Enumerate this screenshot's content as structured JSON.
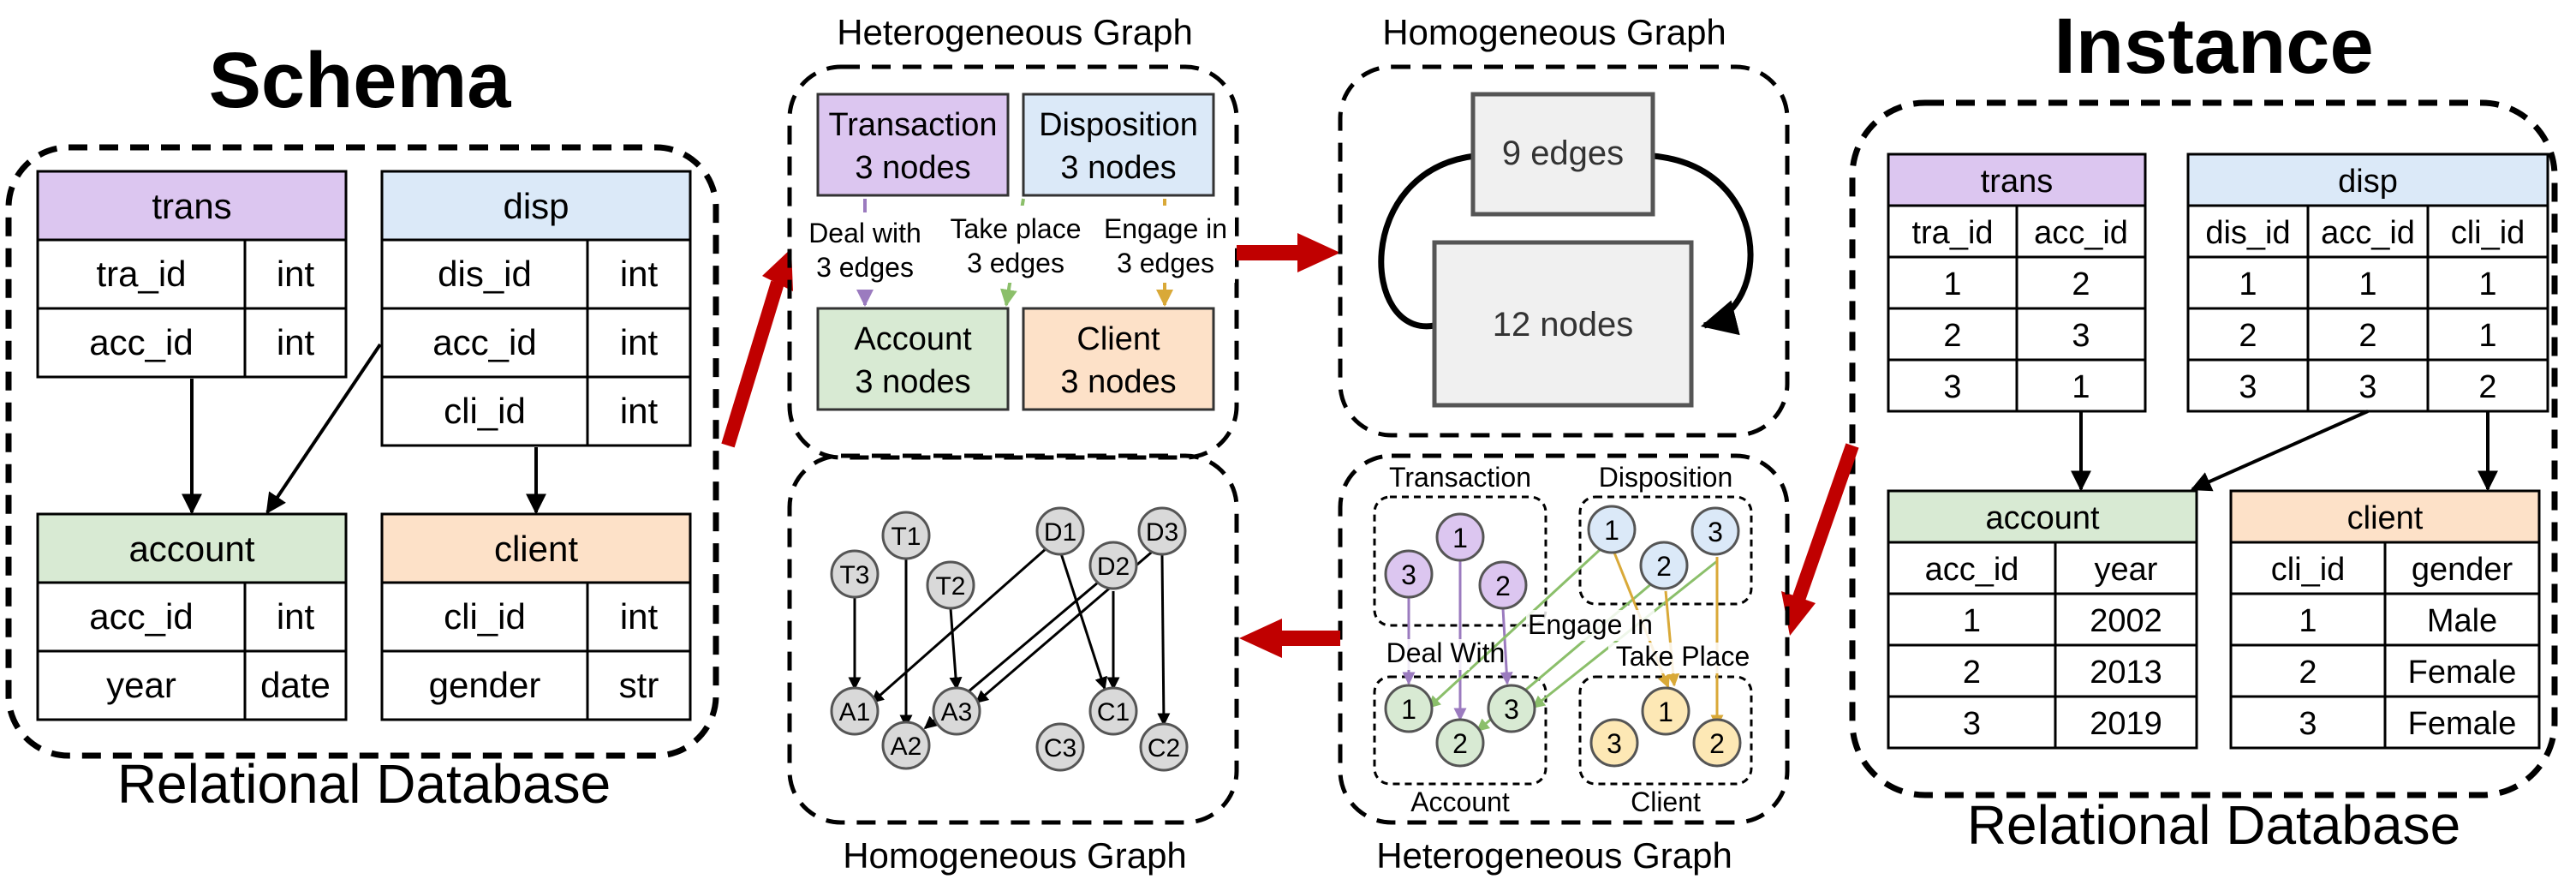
{
  "colors": {
    "purple": "#dcc6f0",
    "blue": "#dbe9f8",
    "green": "#d8ead3",
    "orange": "#fde1c8",
    "gray": "#d9d9d9",
    "node_purple": "#dcc6f0",
    "node_blue": "#dbe9f8",
    "node_green": "#d8ead3",
    "node_orange": "#fde8b5",
    "edge_purple": "#9b7bbf",
    "edge_green": "#8bbf6a",
    "edge_yellow": "#d9a938",
    "red": "#c00000"
  },
  "schema": {
    "title": "Schema",
    "caption": "Relational Database",
    "tables": [
      {
        "id": "trans",
        "name": "trans",
        "color": "purple",
        "rows": [
          [
            "tra_id",
            "int"
          ],
          [
            "acc_id",
            "int"
          ]
        ]
      },
      {
        "id": "disp",
        "name": "disp",
        "color": "blue",
        "rows": [
          [
            "dis_id",
            "int"
          ],
          [
            "acc_id",
            "int"
          ],
          [
            "cli_id",
            "int"
          ]
        ]
      },
      {
        "id": "account",
        "name": "account",
        "color": "green",
        "rows": [
          [
            "acc_id",
            "int"
          ],
          [
            "year",
            "date"
          ]
        ]
      },
      {
        "id": "client",
        "name": "client",
        "color": "orange",
        "rows": [
          [
            "cli_id",
            "int"
          ],
          [
            "gender",
            "str"
          ]
        ]
      }
    ]
  },
  "instance": {
    "title": "Instance",
    "caption": "Relational Database",
    "tables": [
      {
        "id": "trans",
        "name": "trans",
        "color": "purple",
        "columns": [
          "tra_id",
          "acc_id"
        ],
        "rows": [
          [
            "1",
            "2"
          ],
          [
            "2",
            "3"
          ],
          [
            "3",
            "1"
          ]
        ]
      },
      {
        "id": "disp",
        "name": "disp",
        "color": "blue",
        "columns": [
          "dis_id",
          "acc_id",
          "cli_id"
        ],
        "rows": [
          [
            "1",
            "1",
            "1"
          ],
          [
            "2",
            "2",
            "1"
          ],
          [
            "3",
            "3",
            "2"
          ]
        ]
      },
      {
        "id": "account",
        "name": "account",
        "color": "green",
        "columns": [
          "acc_id",
          "year"
        ],
        "rows": [
          [
            "1",
            "2002"
          ],
          [
            "2",
            "2013"
          ],
          [
            "3",
            "2019"
          ]
        ]
      },
      {
        "id": "client",
        "name": "client",
        "color": "orange",
        "columns": [
          "cli_id",
          "gender"
        ],
        "rows": [
          [
            "1",
            "Male"
          ],
          [
            "2",
            "Female"
          ],
          [
            "3",
            "Female"
          ]
        ]
      }
    ]
  },
  "schema_hetero": {
    "title": "Heterogeneous Graph",
    "nodes": [
      {
        "label": "Transaction",
        "count": "3 nodes",
        "color": "purple"
      },
      {
        "label": "Disposition",
        "count": "3 nodes",
        "color": "blue"
      },
      {
        "label": "Account",
        "count": "3 nodes",
        "color": "green"
      },
      {
        "label": "Client",
        "count": "3 nodes",
        "color": "orange"
      }
    ],
    "edges": [
      {
        "label": "Deal with",
        "count": "3 edges"
      },
      {
        "label": "Take place",
        "count": "3 edges"
      },
      {
        "label": "Engage in",
        "count": "3 edges"
      }
    ]
  },
  "schema_homo": {
    "title": "Homogeneous Graph",
    "edges_label": "9 edges",
    "nodes_label": "12 nodes"
  },
  "instance_hetero": {
    "title": "Heterogeneous Graph",
    "groups": [
      "Transaction",
      "Disposition",
      "Account",
      "Client"
    ],
    "edge_labels": [
      "Deal With",
      "Engage In",
      "Take Place"
    ],
    "trans_nodes": [
      "1",
      "3",
      "2"
    ],
    "disp_nodes": [
      "1",
      "2",
      "3"
    ],
    "acc_nodes": [
      "1",
      "2",
      "3"
    ],
    "cli_nodes": [
      "3",
      "1",
      "2"
    ]
  },
  "instance_homo": {
    "title": "Homogeneous Graph",
    "nodes": [
      "T1",
      "T3",
      "T2",
      "D1",
      "D2",
      "D3",
      "A1",
      "A2",
      "A3",
      "C3",
      "C1",
      "C2"
    ]
  }
}
